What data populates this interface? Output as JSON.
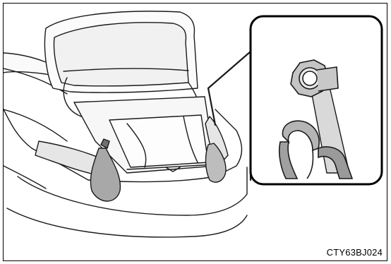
{
  "illustration": {
    "code": "CTY63BJ024",
    "subject": "sedan-rear-with-open-trunk",
    "detail": "tie-down-hook-bracket-closeup",
    "colors": {
      "line": "#1a1a1a",
      "fill_light": "#f4f4f4",
      "fill_mid": "#d9d9d9",
      "fill_dark": "#a8a8a8",
      "background": "#ffffff"
    }
  }
}
